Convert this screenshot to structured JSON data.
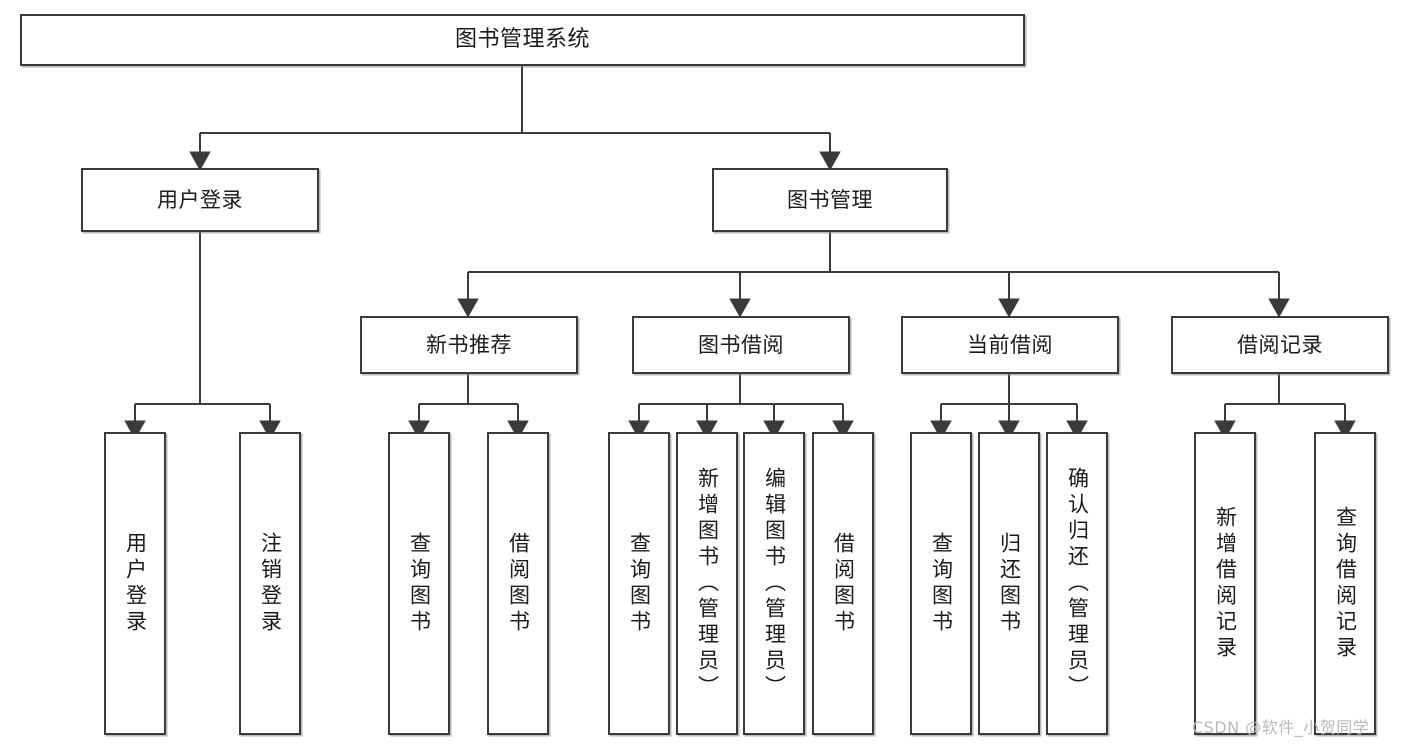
{
  "diagram": {
    "title": "图书管理系统",
    "type": "hierarchy-tree",
    "watermark": "CSDN @软件_小贺同学",
    "colors": {
      "box_border": "#3a3a3a",
      "box_fill": "#ffffff",
      "connector": "#3a3a3a",
      "text": "#1b1b1b",
      "watermark": "#b9b9b9"
    },
    "nodes": {
      "root": {
        "label": "图书管理系统",
        "level": 1,
        "orientation": "horizontal"
      },
      "l2": [
        {
          "id": "user-login",
          "label": "用户登录",
          "level": 2,
          "orientation": "horizontal"
        },
        {
          "id": "book-manage",
          "label": "图书管理",
          "level": 2,
          "orientation": "horizontal"
        }
      ],
      "l3": [
        {
          "id": "new-book-rec",
          "label": "新书推荐",
          "level": 3,
          "orientation": "horizontal"
        },
        {
          "id": "book-borrow",
          "label": "图书借阅",
          "level": 3,
          "orientation": "horizontal"
        },
        {
          "id": "current-borrow",
          "label": "当前借阅",
          "level": 3,
          "orientation": "horizontal"
        },
        {
          "id": "borrow-record",
          "label": "借阅记录",
          "level": 3,
          "orientation": "horizontal"
        }
      ],
      "leaves": [
        {
          "id": "leaf-user-login",
          "label": "用户登录",
          "parent": "user-login",
          "orientation": "vertical"
        },
        {
          "id": "leaf-user-logout",
          "label": "注销登录",
          "parent": "user-login",
          "orientation": "vertical"
        },
        {
          "id": "leaf-query-book-1",
          "label": "查询图书",
          "parent": "new-book-rec",
          "orientation": "vertical"
        },
        {
          "id": "leaf-borrow-book-1",
          "label": "借阅图书",
          "parent": "new-book-rec",
          "orientation": "vertical"
        },
        {
          "id": "leaf-query-book-2",
          "label": "查询图书",
          "parent": "book-borrow",
          "orientation": "vertical"
        },
        {
          "id": "leaf-add-book",
          "label": "新增图书（管理员）",
          "parent": "book-borrow",
          "orientation": "vertical"
        },
        {
          "id": "leaf-edit-book",
          "label": "编辑图书（管理员）",
          "parent": "book-borrow",
          "orientation": "vertical"
        },
        {
          "id": "leaf-borrow-book-2",
          "label": "借阅图书",
          "parent": "book-borrow",
          "orientation": "vertical"
        },
        {
          "id": "leaf-query-book-3",
          "label": "查询图书",
          "parent": "current-borrow",
          "orientation": "vertical"
        },
        {
          "id": "leaf-return-book",
          "label": "归还图书",
          "parent": "current-borrow",
          "orientation": "vertical"
        },
        {
          "id": "leaf-confirm-return",
          "label": "确认归还（管理员）",
          "parent": "current-borrow",
          "orientation": "vertical"
        },
        {
          "id": "leaf-add-record",
          "label": "新增借阅记录",
          "parent": "borrow-record",
          "orientation": "vertical"
        },
        {
          "id": "leaf-query-record",
          "label": "查询借阅记录",
          "parent": "borrow-record",
          "orientation": "vertical"
        }
      ]
    }
  }
}
